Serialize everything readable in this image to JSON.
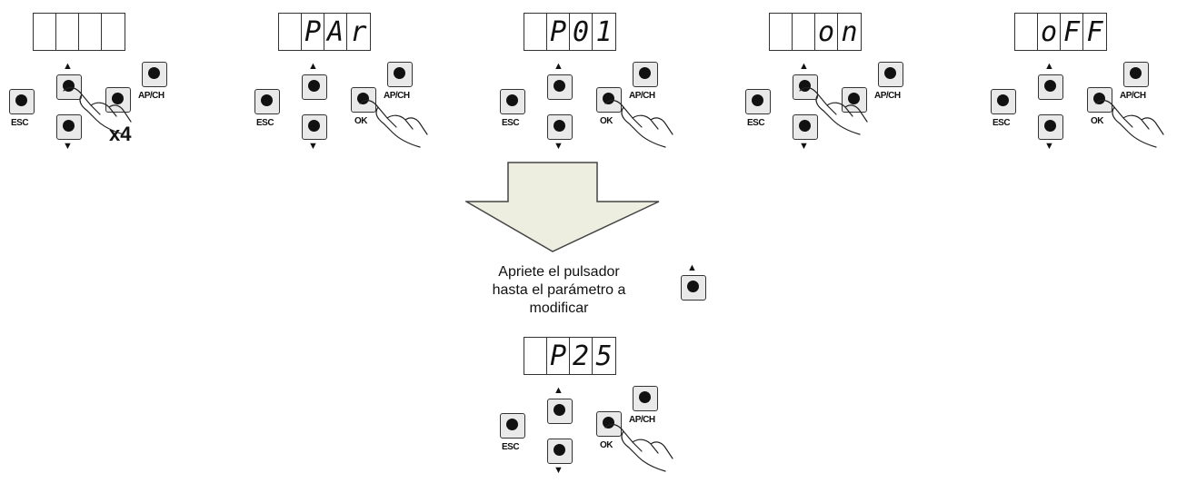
{
  "steps": [
    {
      "display": [
        "",
        "",
        "",
        ""
      ],
      "multiplier": "x4",
      "ok_label": ""
    },
    {
      "display": [
        "",
        "P",
        "A",
        "r"
      ],
      "multiplier": "",
      "ok_label": "OK"
    },
    {
      "display": [
        "",
        "P",
        "0",
        "1"
      ],
      "multiplier": "",
      "ok_label": "OK"
    },
    {
      "display": [
        "",
        "",
        "o",
        "n"
      ],
      "multiplier": "",
      "ok_label": ""
    },
    {
      "display": [
        "",
        "o",
        "F",
        "F"
      ],
      "multiplier": "",
      "ok_label": "OK"
    }
  ],
  "final_step": {
    "display": [
      "",
      "P",
      "2",
      "5"
    ],
    "multiplier": "",
    "ok_label": "OK"
  },
  "labels": {
    "esc": "ESC",
    "ap_ch": "AP/CH",
    "up": "▲",
    "down": "▼"
  },
  "instruction": "Apriete el pulsador\nhasta el parámetro a\nmodificar",
  "colors": {
    "arrow_fill": "#eeeee0",
    "arrow_stroke": "#444444"
  }
}
